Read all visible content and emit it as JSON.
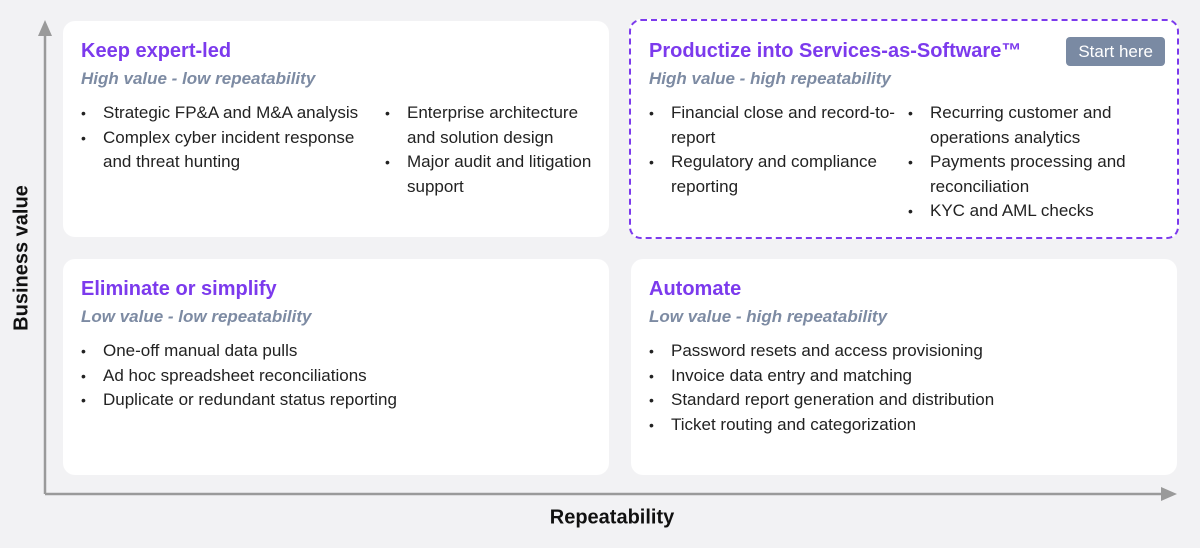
{
  "axes": {
    "y_label": "Business value",
    "x_label": "Repeatability"
  },
  "quadrants": {
    "top_left": {
      "title": "Keep expert-led",
      "subtitle": "High value - low repeatability",
      "col1": [
        "Strategic FP&A and M&A analysis",
        "Complex cyber incident response and threat hunting"
      ],
      "col2": [
        "Enterprise architecture and solution design",
        "Major audit and litigation support"
      ]
    },
    "top_right": {
      "title": "Productize into Services-as-Software™",
      "subtitle": "High value - high repeatability",
      "badge": "Start here",
      "col1": [
        "Financial close and record-to-report",
        "Regulatory and compliance reporting"
      ],
      "col2": [
        "Recurring customer and operations analytics",
        "Payments processing and reconciliation",
        "KYC and AML checks"
      ]
    },
    "bottom_left": {
      "title": "Eliminate or simplify",
      "subtitle": "Low value - low repeatability",
      "items": [
        "One-off manual data pulls",
        "Ad hoc spreadsheet reconciliations",
        "Duplicate or redundant status reporting"
      ]
    },
    "bottom_right": {
      "title": "Automate",
      "subtitle": "Low value - high repeatability",
      "items": [
        "Password resets and access provisioning",
        "Invoice data entry and matching",
        "Standard report generation and distribution",
        "Ticket routing and categorization"
      ]
    }
  },
  "colors": {
    "accent": "#7c3aed",
    "subtitle": "#7d8ba3",
    "badge": "#7a8aa3",
    "axis": "#9a9a9a"
  }
}
